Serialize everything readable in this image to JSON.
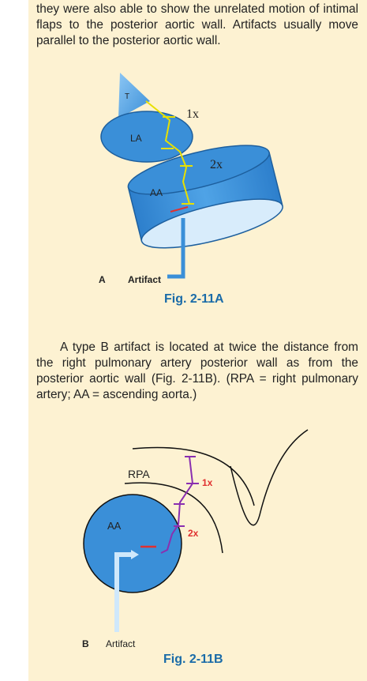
{
  "paragraphs": {
    "top": "they were also able to show the unrelated motion of intimal flaps to the posterior aortic wall. Artifacts usually move parallel to the posterior aortic wall.",
    "middle": "A type B artifact is located at twice the distance from the right pulmonary artery posterior wall as from the posterior aortic wall (Fig. 2-11B). (RPA = right pulmonary artery; AA = ascending aorta.)"
  },
  "figure_a": {
    "panel": "A",
    "artifact_label": "Artifact",
    "caption": "Fig. 2-11A",
    "transducer_label": "T",
    "la_label": "LA",
    "aa_label": "AA",
    "distance_1": "1x",
    "distance_2": "2x"
  },
  "figure_b": {
    "panel": "B",
    "artifact_label": "Artifact",
    "caption": "Fig. 2-11B",
    "rpa_label": "RPA",
    "aa_label": "AA",
    "distance_1": "1x",
    "distance_2": "2x"
  },
  "colors": {
    "page_bg": "#fdf2d2",
    "vessel_blue": "#3a8fd8",
    "caption_blue": "#1a6ba8",
    "measure_yellow": "#e8e000",
    "measure_purple": "#8a2fb0",
    "artifact_red": "#e03030"
  }
}
